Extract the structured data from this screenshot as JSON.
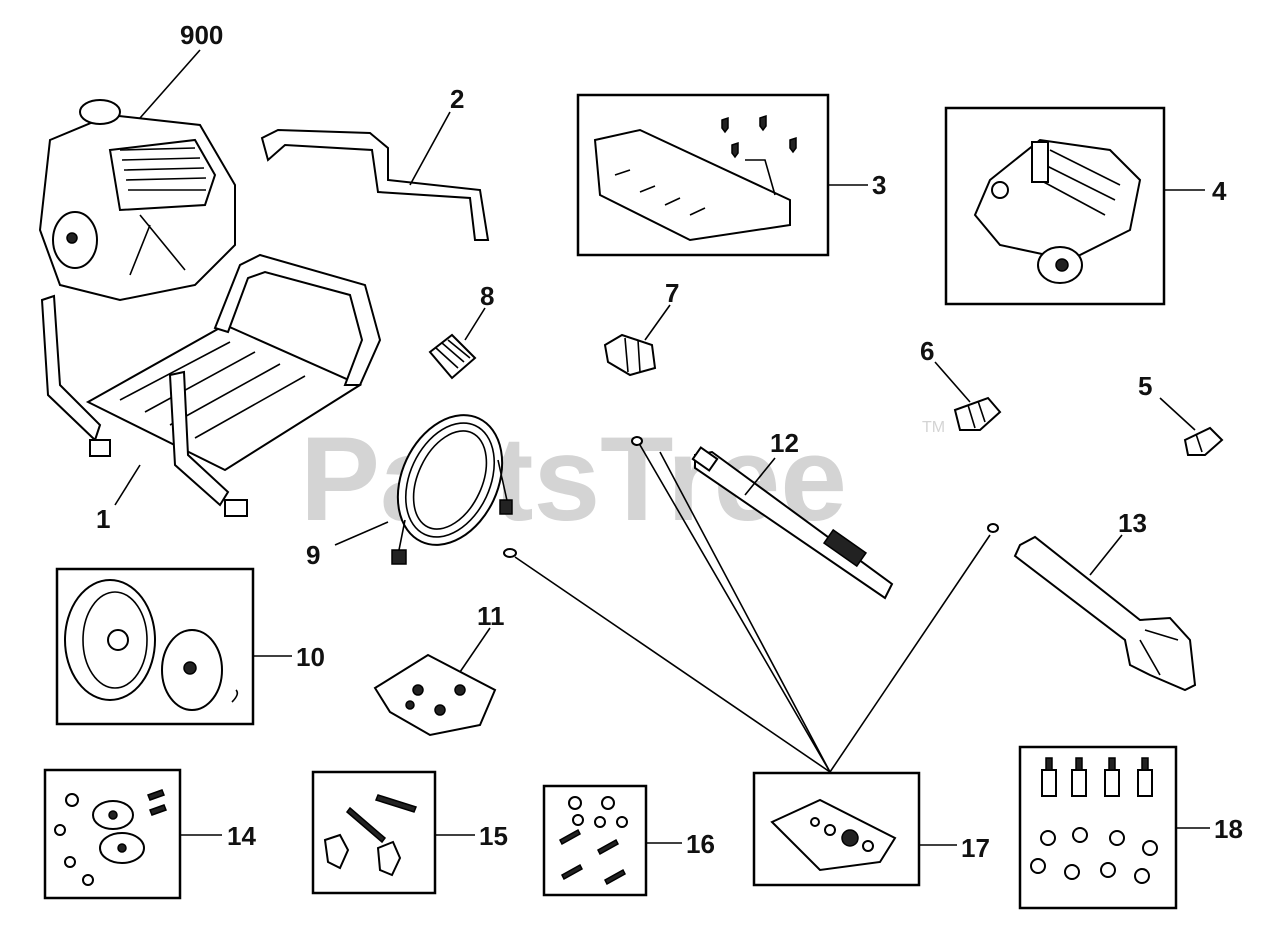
{
  "watermark": {
    "text": "PartsTree",
    "tm": "TM"
  },
  "callouts": [
    {
      "id": "900",
      "label": "900"
    },
    {
      "id": "2",
      "label": "2"
    },
    {
      "id": "3",
      "label": "3"
    },
    {
      "id": "4",
      "label": "4"
    },
    {
      "id": "8",
      "label": "8"
    },
    {
      "id": "7",
      "label": "7"
    },
    {
      "id": "6",
      "label": "6"
    },
    {
      "id": "5",
      "label": "5"
    },
    {
      "id": "1",
      "label": "1"
    },
    {
      "id": "12",
      "label": "12"
    },
    {
      "id": "9",
      "label": "9"
    },
    {
      "id": "13",
      "label": "13"
    },
    {
      "id": "10",
      "label": "10"
    },
    {
      "id": "11",
      "label": "11"
    },
    {
      "id": "14",
      "label": "14"
    },
    {
      "id": "15",
      "label": "15"
    },
    {
      "id": "16",
      "label": "16"
    },
    {
      "id": "17",
      "label": "17"
    },
    {
      "id": "18",
      "label": "18"
    }
  ]
}
